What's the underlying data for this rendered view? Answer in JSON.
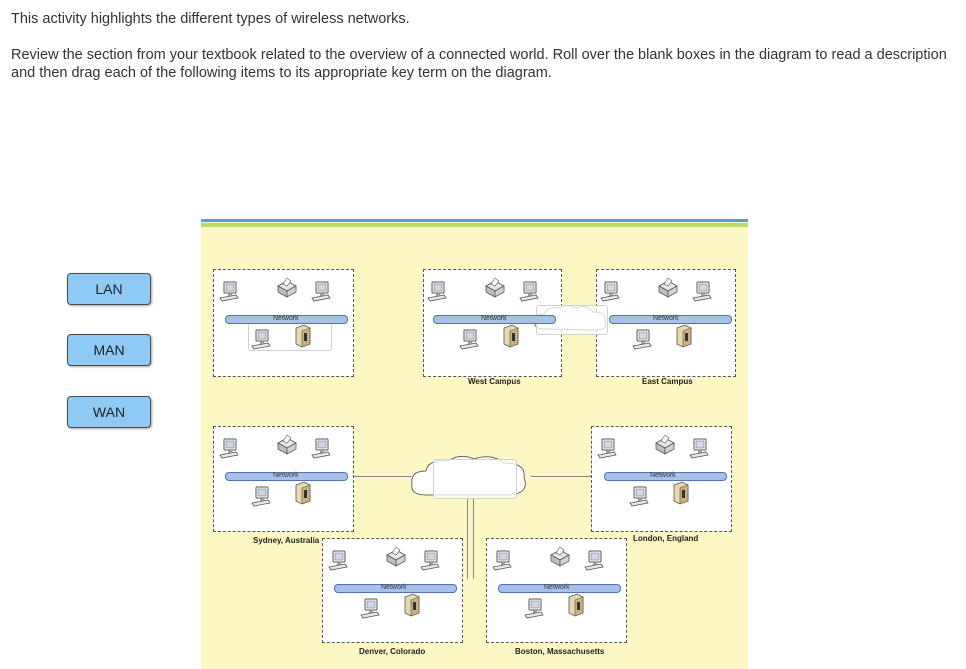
{
  "instructions": {
    "line1": "This activity highlights the different types of wireless networks.",
    "line2": "Review the section from your textbook related to the overview of a connected world. Roll over the blank boxes in the diagram to read a description and then drag each of the following items to its appropriate key term on the diagram."
  },
  "drag_items": [
    "LAN",
    "MAN",
    "WAN"
  ],
  "diagram": {
    "network_label": "Network",
    "locations": {
      "west": "West Campus",
      "east": "East Campus",
      "sydney": "Sydney, Australia",
      "london": "London, England",
      "denver": "Denver, Colorado",
      "boston": "Boston, Massachusetts"
    }
  },
  "colors": {
    "drag_item_bg": "#8fcaf5",
    "diagram_bg": "#fdf8c3",
    "network_bar": "#a7c2e6"
  }
}
